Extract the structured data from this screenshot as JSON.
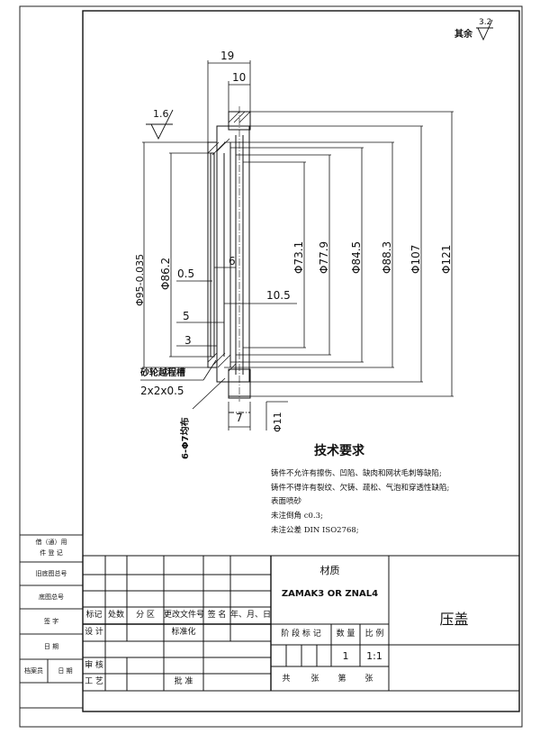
{
  "surface_note": {
    "label": "其余",
    "roughness": "3.2"
  },
  "roughness_left": "1.6",
  "dims": {
    "d19": "19",
    "d10": "10",
    "d6": "6",
    "d05": "0.5",
    "d105": "10.5",
    "d5": "5",
    "d3": "3",
    "d7": "7",
    "dia95": "Φ95-0.035",
    "dia862": "Φ86.2",
    "dia731": "Φ73.1",
    "dia779": "Φ77.9",
    "dia845": "Φ84.5",
    "dia883": "Φ88.3",
    "dia107": "Φ107",
    "dia121": "Φ121",
    "dia11": "Φ11",
    "holes": "6-Φ7均布"
  },
  "groove_note": {
    "title": "砂轮越程槽",
    "size": "2x2x0.5"
  },
  "requirements": {
    "title": "技术要求",
    "lines": [
      "铸件不允许有擦伤、凹陷、缺肉和网状毛刺等缺陷;",
      "铸件不得许有裂纹、欠铸、疏松、气泡和穿透性缺陷;",
      "表面喷砂",
      "未注倒角 c0.3;",
      "未注公差 DIN ISO2768;"
    ]
  },
  "left_strip": [
    "借（通）用",
    "件 登 记",
    "旧底图总号",
    "底图总号",
    "签 字",
    "日 期",
    "档案员",
    "日 期"
  ],
  "title_block": {
    "revision_headers": [
      "标记",
      "处数",
      "分 区",
      "更改文件号",
      "签 名",
      "年、月、日"
    ],
    "design": "设 计",
    "standardize": "标准化",
    "review": "审 核",
    "process": "工 艺",
    "approve": "批 准",
    "material_label": "材质",
    "material_value": "ZAMAK3 OR ZNAL4",
    "stage_headers": [
      "阶 段 标 记",
      "数 量",
      "比 例"
    ],
    "quantity": "1",
    "scale": "1:1",
    "sheets_footer": [
      "共",
      "张",
      "第",
      "张"
    ],
    "part_name": "压盖"
  }
}
